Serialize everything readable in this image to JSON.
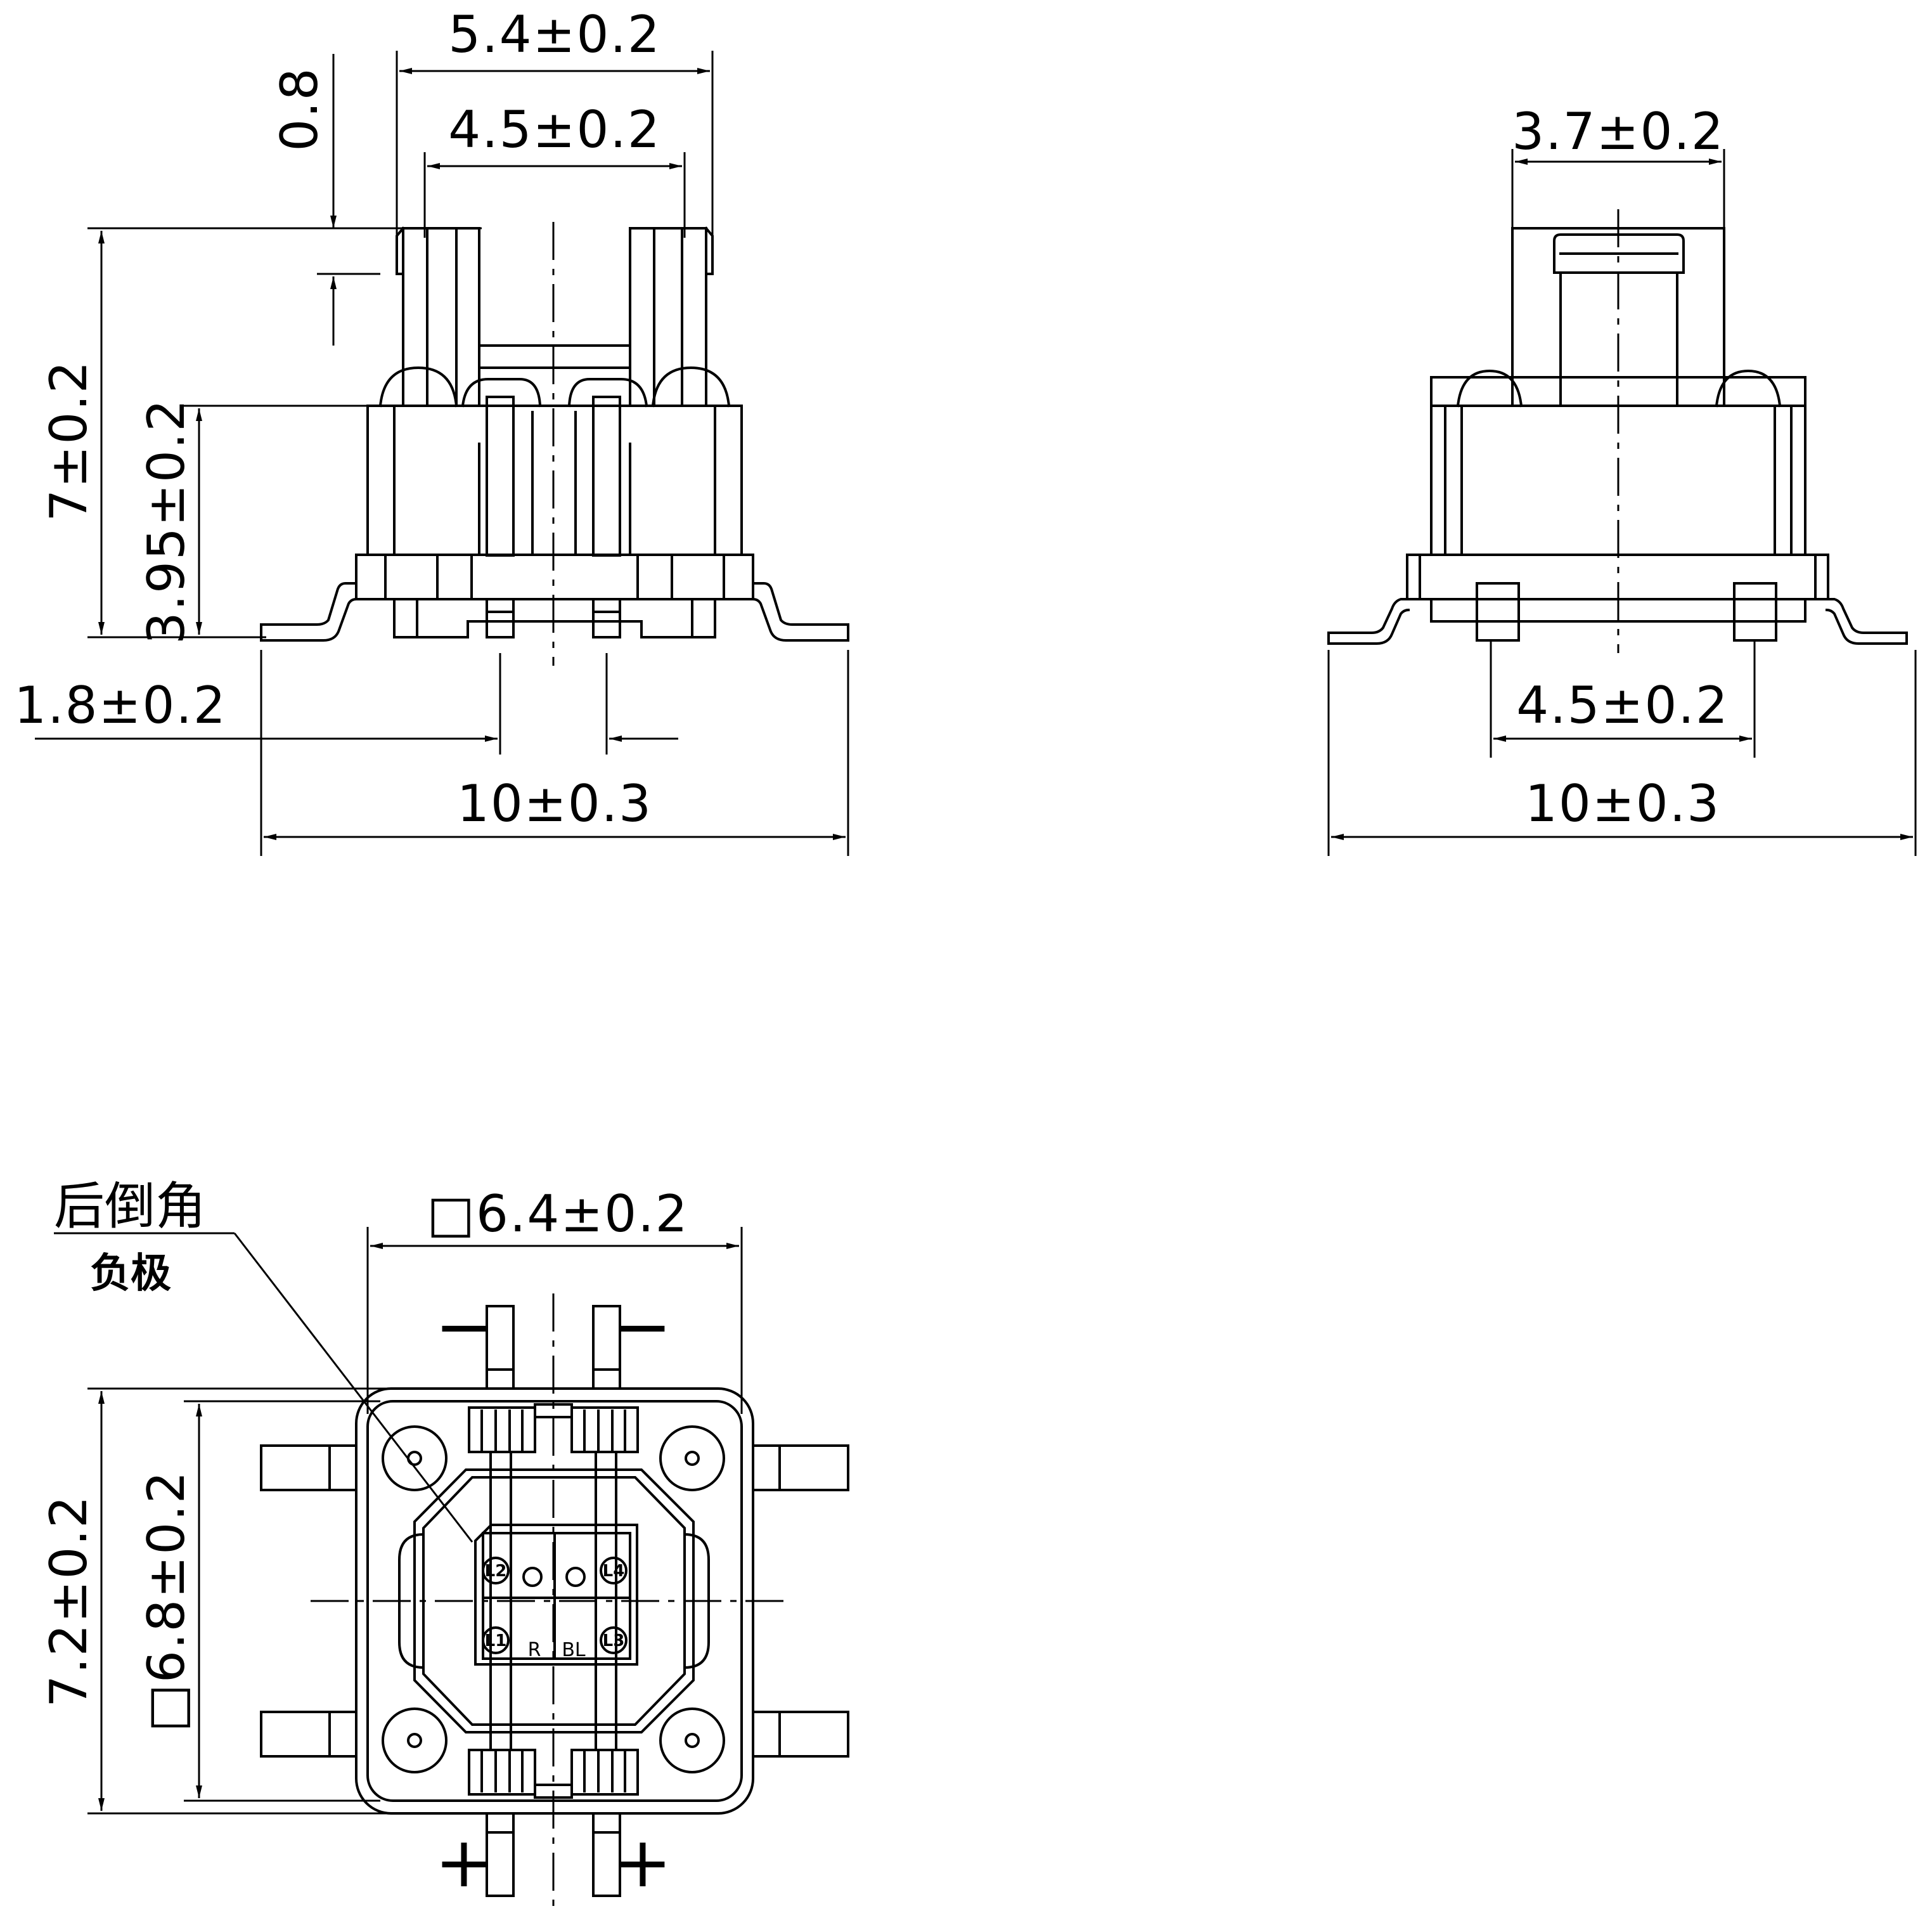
{
  "front_view": {
    "dim_top_width": "5.4±0.2",
    "dim_inner_width": "4.5±0.2",
    "dim_cap_height": "0.8",
    "dim_total_height": "7±0.2",
    "dim_body_height": "3.95±0.2",
    "dim_pin_pitch": "1.8±0.2",
    "dim_total_width": "10±0.3"
  },
  "side_view": {
    "dim_top_width": "3.7±0.2",
    "dim_lead_pitch": "4.5±0.2",
    "dim_total_width": "10±0.3"
  },
  "top_view": {
    "chamfer_label": "后倒角",
    "negative_label": "负极",
    "dim_square_width": "□6.4±0.2",
    "dim_total_height": "7.2±0.2",
    "dim_square_height": "□6.8±0.2",
    "pads": [
      "L2",
      "L4",
      "L1",
      "L3"
    ],
    "label_r": "R",
    "label_bl": "BL",
    "minus_left": "−",
    "minus_right": "−",
    "plus_left": "+",
    "plus_right": "+"
  }
}
